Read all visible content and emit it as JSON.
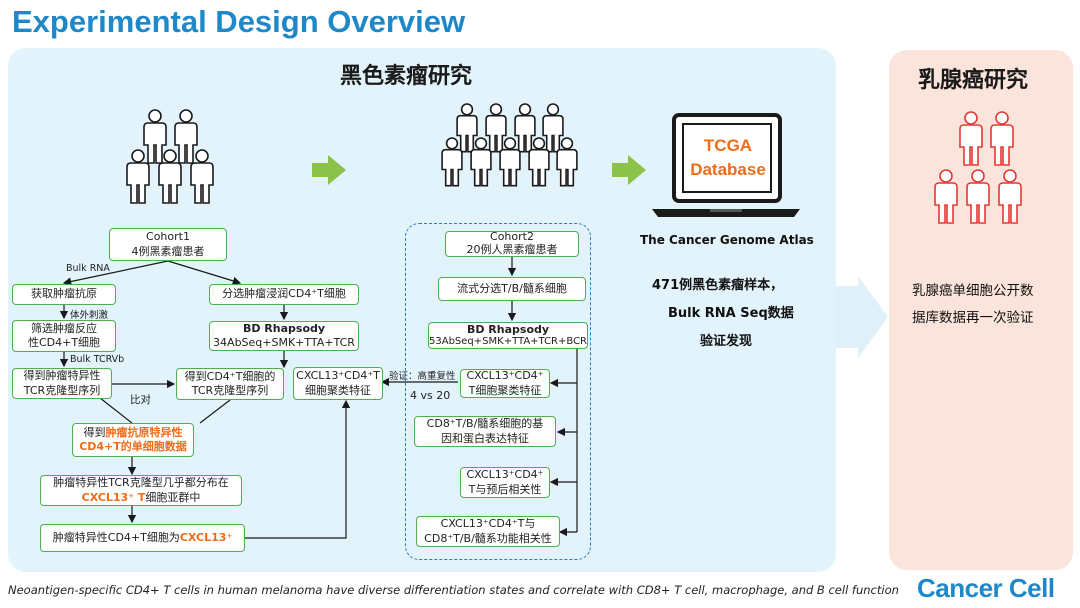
{
  "title": "Experimental Design Overview",
  "melanoma": {
    "heading": "黑色素瘤研究",
    "cohort1": {
      "box": [
        "Cohort1",
        "4例黑素瘤患者"
      ],
      "bulk_rna": "Bulk RNA",
      "get_antigen": "获取肿瘤抗原",
      "in_vitro": "体外刺激",
      "screen": [
        "筛选肿瘤反应",
        "性CD4+T细胞"
      ],
      "bulk_tcrvb": "Bulk TCRVb",
      "get_tcr": [
        "得到肿瘤特异性",
        "TCR克隆型序列"
      ],
      "compare": "比对",
      "sort_cd4": "分选肿瘤浸润CD4⁺T细胞",
      "bd": {
        "title": "BD Rhapsody",
        "detail": "34AbSeq+SMK+TTA+TCR"
      },
      "cd4_tcr": [
        "得到CD4⁺T细胞的",
        "TCR克隆型序列"
      ],
      "sc_data": {
        "line1_pre": "得到",
        "line1_hl": "肿瘤抗原特异性",
        "line2": "CD4+T的单细胞数据"
      },
      "dist": {
        "line1": "肿瘤特异性TCR克隆型几乎都分布在",
        "line2_hl": "CXCL13⁺ T",
        "line2_post": "细胞亚群中"
      },
      "final": {
        "pre": "肿瘤特异性CD4+T细胞为",
        "hl": "CXCL13⁺"
      },
      "cluster": [
        "CXCL13⁺CD4⁺T",
        "细胞聚类特征"
      ]
    },
    "validation": {
      "label": "验证：高重复性",
      "ratio": "4 vs 20"
    },
    "cohort2": {
      "box": [
        "Cohort2",
        "20例人黑素瘤患者"
      ],
      "flow": "流式分选T/B/髓系细胞",
      "bd": {
        "title": "BD Rhapsody",
        "detail": "53AbSeq+SMK+TTA+TCR+BCR"
      },
      "cluster": [
        "CXCL13⁺CD4⁺",
        "T细胞聚类特征"
      ],
      "expr": [
        "CD8⁺T/B/髓系细胞的基",
        "因和蛋白表达特征"
      ],
      "prog": [
        "CXCL13⁺CD4⁺",
        "T与预后相关性"
      ],
      "func": [
        "CXCL13⁺CD4⁺T与",
        "CD8⁺T/B/髓系功能相关性"
      ]
    },
    "tcga": {
      "screen": [
        "TCGA",
        "Database"
      ],
      "caption": "The Cancer Genome Atlas",
      "lines": [
        "471例黑色素瘤样本，",
        "Bulk RNA Seq数据",
        "验证发现"
      ]
    }
  },
  "breast": {
    "heading": "乳腺癌研究",
    "lines": [
      "乳腺癌单细胞公开数",
      "据库数据再一次验证"
    ]
  },
  "footer": "Neoantigen-specific CD4+ T cells in human melanoma have diverse differentiation states and correlate with CD8+ T cell, macrophage, and B cell function",
  "logo": "Cancer Cell",
  "colors": {
    "title": "#1e88c9",
    "box_border": "#4caf50",
    "highlight": "#ef6c1a",
    "dash": "#2b7bbf",
    "panel_main": "#e2f3fb",
    "panel_breast": "#fbe4db",
    "people_breast": "#e53935",
    "arrow_green": "#8bc34a"
  }
}
